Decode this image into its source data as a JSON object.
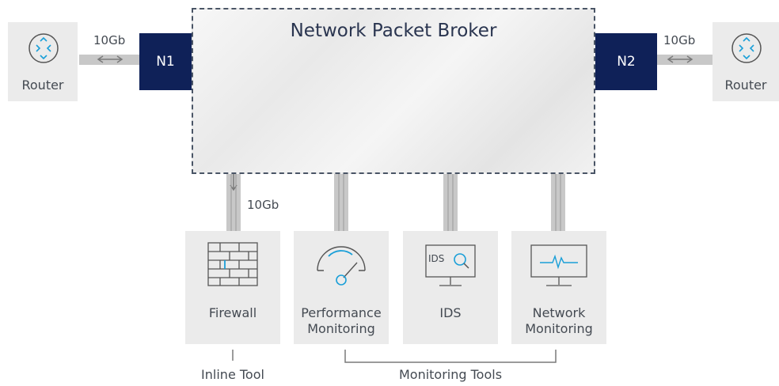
{
  "broker": {
    "title": "Network Packet Broker"
  },
  "nodes": {
    "n1": "N1",
    "n2": "N2"
  },
  "routers": [
    {
      "label": "Router"
    },
    {
      "label": "Router"
    }
  ],
  "links": {
    "left_speed": "10Gb",
    "right_speed": "10Gb",
    "bottom_speed": "10Gb"
  },
  "tools": [
    {
      "label": "Firewall",
      "icon": "firewall-icon"
    },
    {
      "label": "Performance Monitoring",
      "icon": "gauge-icon"
    },
    {
      "label": "IDS",
      "icon": "ids-monitor-icon",
      "screen_text": "IDS"
    },
    {
      "label": "Network Monitoring",
      "icon": "waveform-monitor-icon"
    }
  ],
  "groups": {
    "inline": "Inline Tool",
    "monitoring": "Monitoring Tools"
  },
  "colors": {
    "node": "#0f2158",
    "accent": "#1a9fd8",
    "pipe": "#c8c8c8",
    "box": "#ebebeb"
  }
}
